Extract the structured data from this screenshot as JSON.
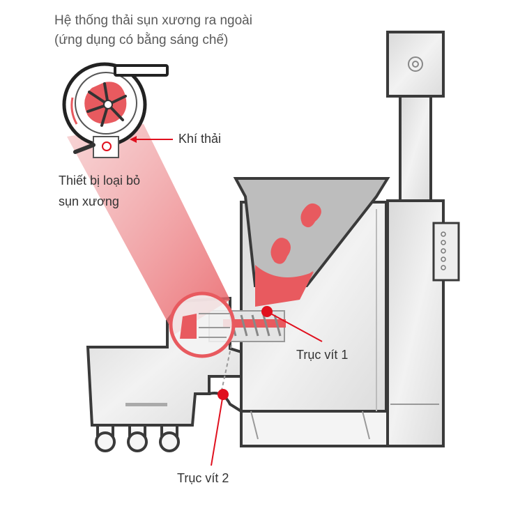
{
  "title": {
    "line1": "Hệ thống thải sụn xương ra ngoài",
    "line2": "(ứng dụng có bằng sáng chế)"
  },
  "labels": {
    "exhaust": "Khí thải",
    "remover_line1": "Thiết bị loại bỏ",
    "remover_line2": "sụn xương",
    "screw1": "Trục vít 1",
    "screw2": "Trục vít 2"
  },
  "colors": {
    "accent": "#e0101e",
    "highlight": "#e85a5f",
    "outline": "#3a3a3a",
    "body": "#e4e4e4",
    "text": "#333333"
  }
}
